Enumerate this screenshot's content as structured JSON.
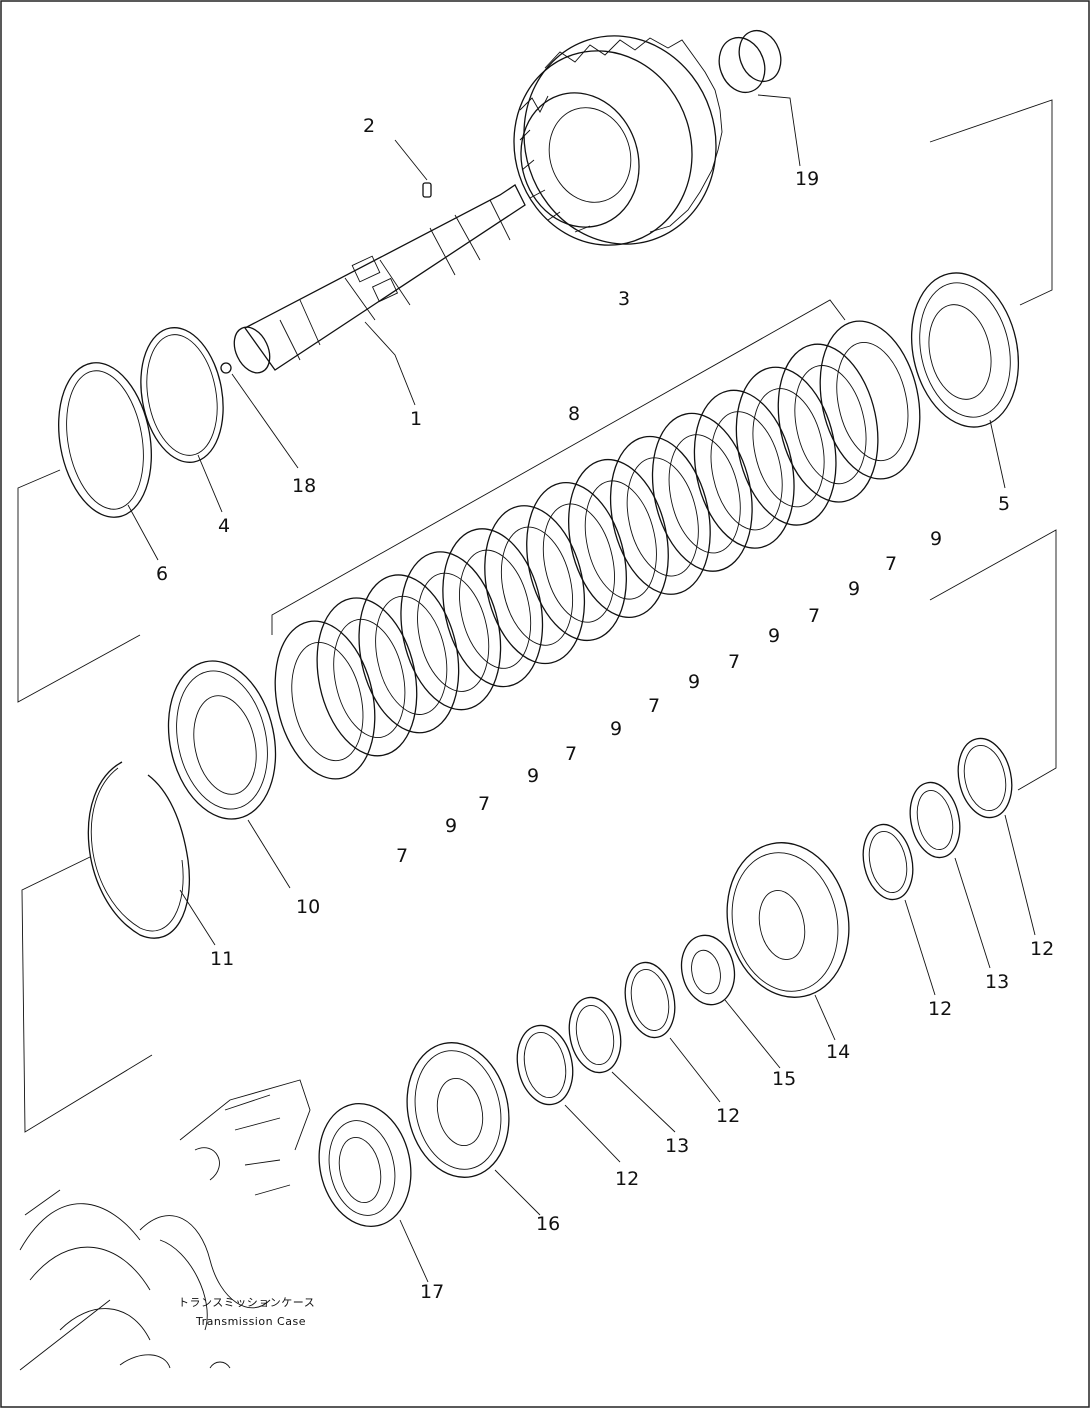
{
  "caption": {
    "japanese": "トランスミッションケース",
    "english": "Transmission Case"
  },
  "callouts": [
    "1",
    "2",
    "3",
    "4",
    "5",
    "6",
    "7",
    "8",
    "9",
    "10",
    "11",
    "12",
    "13",
    "14",
    "15",
    "16",
    "17",
    "18",
    "19"
  ],
  "callout_list": {
    "c1": "1",
    "c2": "2",
    "c3": "3",
    "c4": "4",
    "c5": "5",
    "c6": "6",
    "c7": "7",
    "c8": "8",
    "c9": "9",
    "c10": "10",
    "c11": "11",
    "c12": "12",
    "c13": "13",
    "c14": "14",
    "c15": "15",
    "c16": "16",
    "c17": "17",
    "c18": "18",
    "c19": "19"
  }
}
